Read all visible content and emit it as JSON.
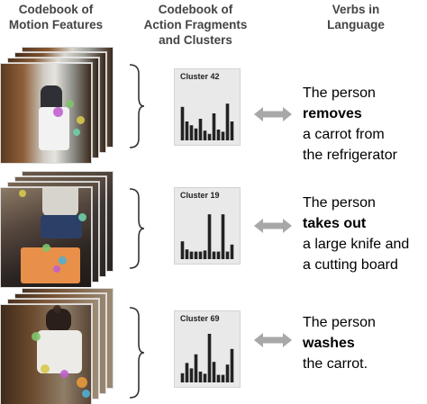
{
  "headers": {
    "motion": "Codebook of\nMotion Features",
    "codebook": "Codebook of\nAction Fragments\nand Clusters",
    "verbs": "Verbs in\nLanguage"
  },
  "colors": {
    "bar": "#222222",
    "card_bg": "#e9e9e9",
    "arrow": "#a8a8a8",
    "brace": "#333333"
  },
  "rows": [
    {
      "cluster_title": "Cluster 42",
      "bars": [
        0.62,
        0.35,
        0.28,
        0.22,
        0.4,
        0.18,
        0.12,
        0.5,
        0.2,
        0.16,
        0.68,
        0.35
      ],
      "sentence": {
        "line1": "The person",
        "verb": "removes",
        "line3": "a carrot from",
        "line4": "the refrigerator"
      }
    },
    {
      "cluster_title": "Cluster 19",
      "bars": [
        0.33,
        0.18,
        0.14,
        0.14,
        0.14,
        0.16,
        0.83,
        0.14,
        0.14,
        0.83,
        0.14,
        0.27
      ],
      "sentence": {
        "line1": "The person",
        "verb": "takes out",
        "line3": "a large knife and",
        "line4": "a cutting board"
      }
    },
    {
      "cluster_title": "Cluster 69",
      "bars": [
        0.17,
        0.36,
        0.26,
        0.52,
        0.2,
        0.16,
        0.9,
        0.38,
        0.14,
        0.14,
        0.33,
        0.62
      ],
      "sentence": {
        "line1": "The person",
        "verb": "washes",
        "line3": "the carrot.",
        "line4": ""
      }
    }
  ]
}
